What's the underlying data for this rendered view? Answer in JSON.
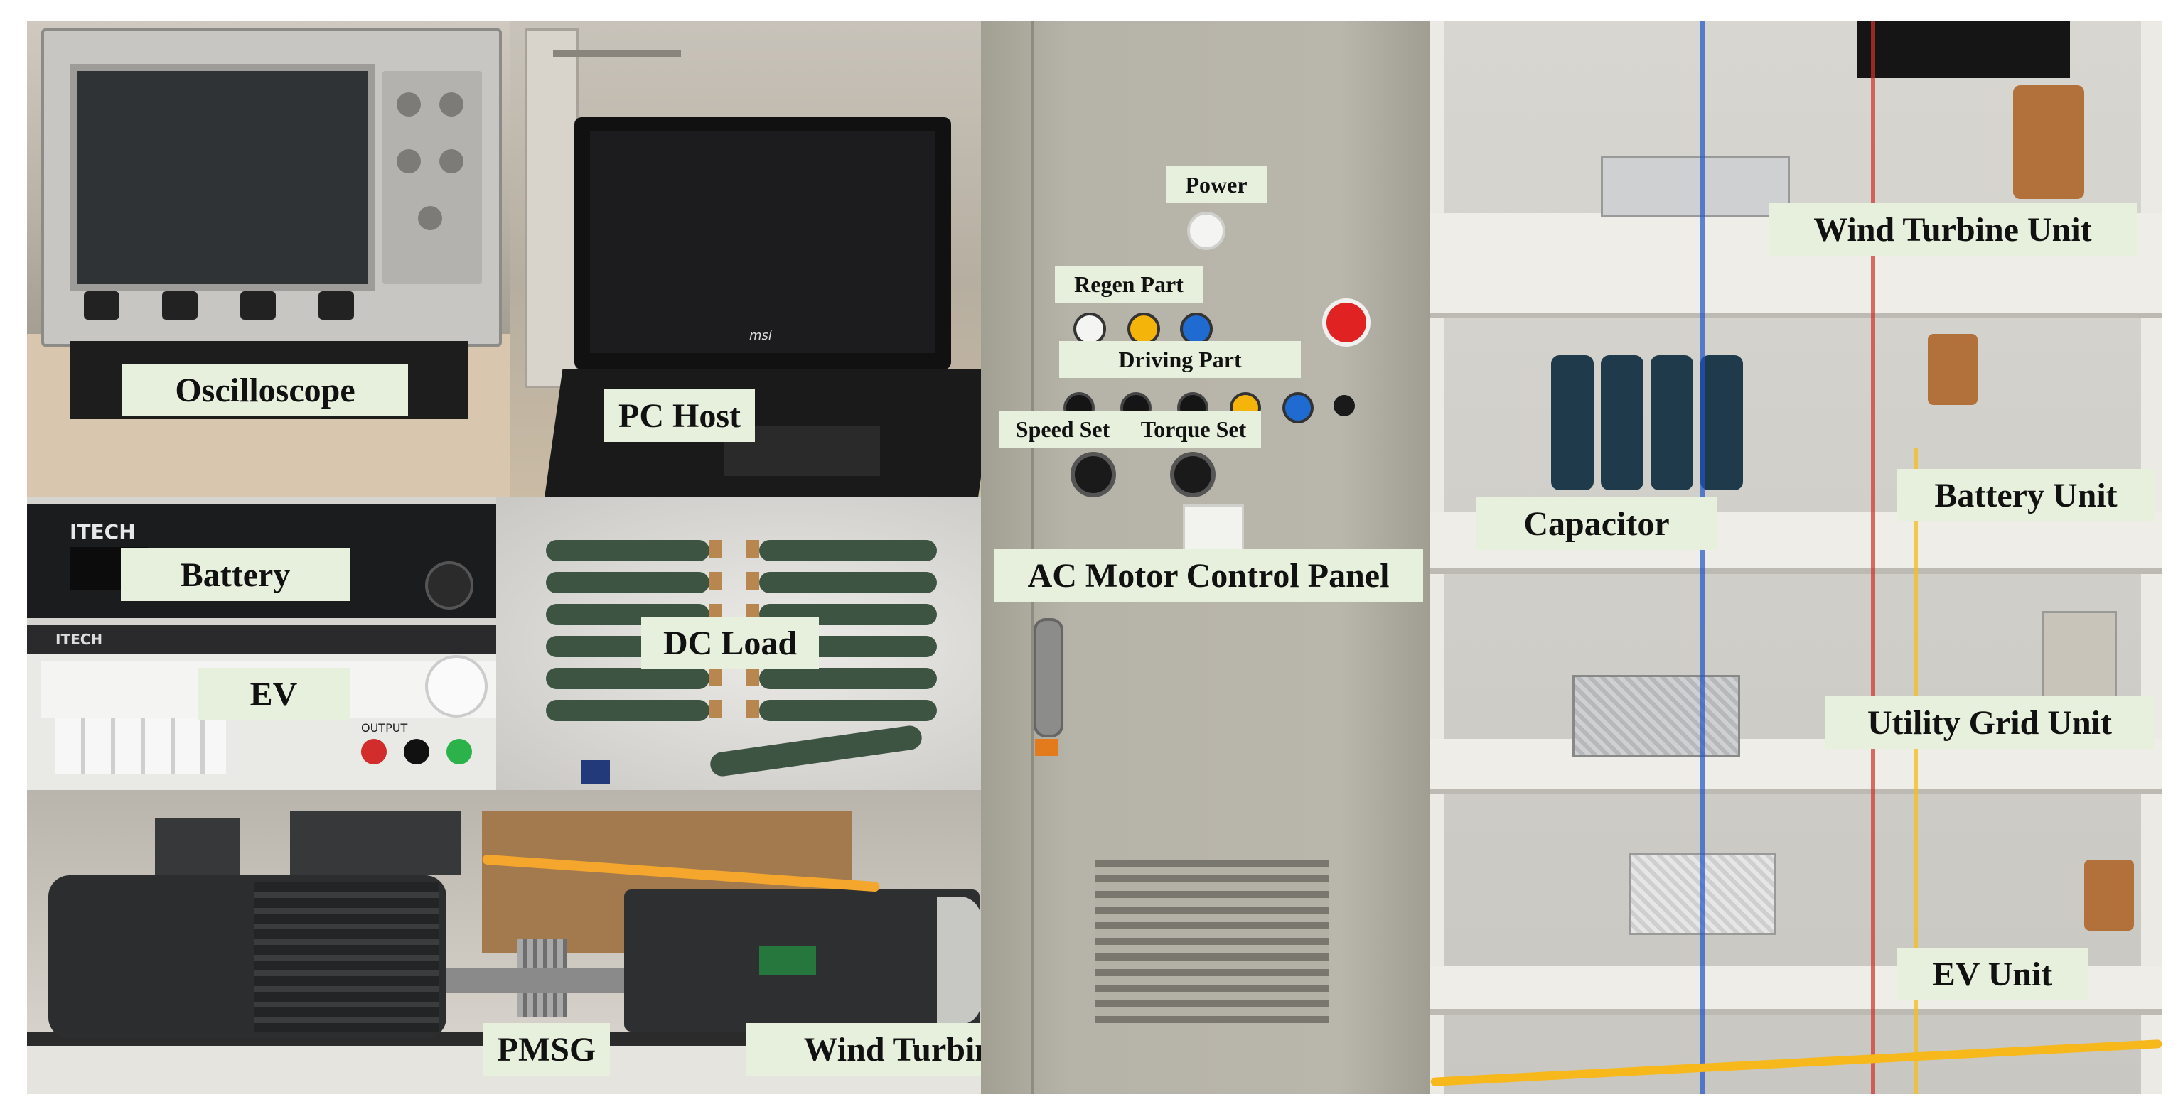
{
  "labels": {
    "oscilloscope": "Oscilloscope",
    "pc_host": "PC Host",
    "battery": "Battery",
    "ev": "EV",
    "dc_load": "DC Load",
    "pmsg": "PMSG",
    "wind_turbine_unit_emulator": "Wind Turbine Unit Emulator",
    "power": "Power",
    "regen_part": "Regen Part",
    "driving_part": "Driving Part",
    "speed_set": "Speed Set",
    "torque_set": "Torque Set",
    "ac_motor_control_panel": "AC Motor Control Panel",
    "wind_turbine_unit": "Wind Turbine Unit",
    "capacitor": "Capacitor",
    "battery_unit": "Battery Unit",
    "utility_grid_unit": "Utility Grid Unit",
    "ev_unit": "EV Unit"
  },
  "device_text": {
    "laptop_brand": "msi",
    "battery_brand": "ITECH",
    "ev_supply_brand": "ITECH",
    "ev_supply_output": "OUTPUT"
  }
}
